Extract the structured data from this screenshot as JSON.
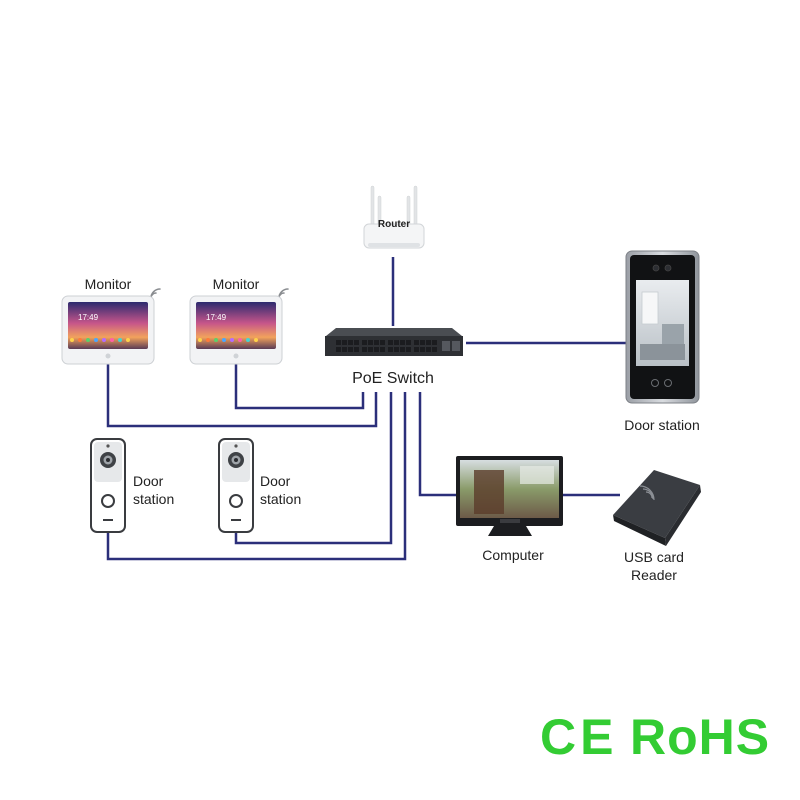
{
  "router": {
    "label": "Router"
  },
  "switch": {
    "label": "PoE Switch"
  },
  "monitors": [
    {
      "label": "Monitor",
      "time": "17:49"
    },
    {
      "label": "Monitor",
      "time": "17:49"
    }
  ],
  "door_stations_small": [
    {
      "label_line1": "Door",
      "label_line2": "station"
    },
    {
      "label_line1": "Door",
      "label_line2": "station"
    }
  ],
  "door_station_large": {
    "label": "Door station"
  },
  "computer": {
    "label": "Computer"
  },
  "card_reader": {
    "label_line1": "USB card",
    "label_line2": "Reader"
  },
  "certifications": {
    "ce": "CE",
    "rohs": "RoHS"
  },
  "colors": {
    "cable": "#2b2f7a",
    "cert_green": "#33cc33"
  },
  "icons": [
    "wifi-icon",
    "router-icon",
    "switch-icon",
    "monitor-icon",
    "doorbell-icon",
    "camera-icon",
    "computer-icon",
    "card-reader-icon"
  ]
}
